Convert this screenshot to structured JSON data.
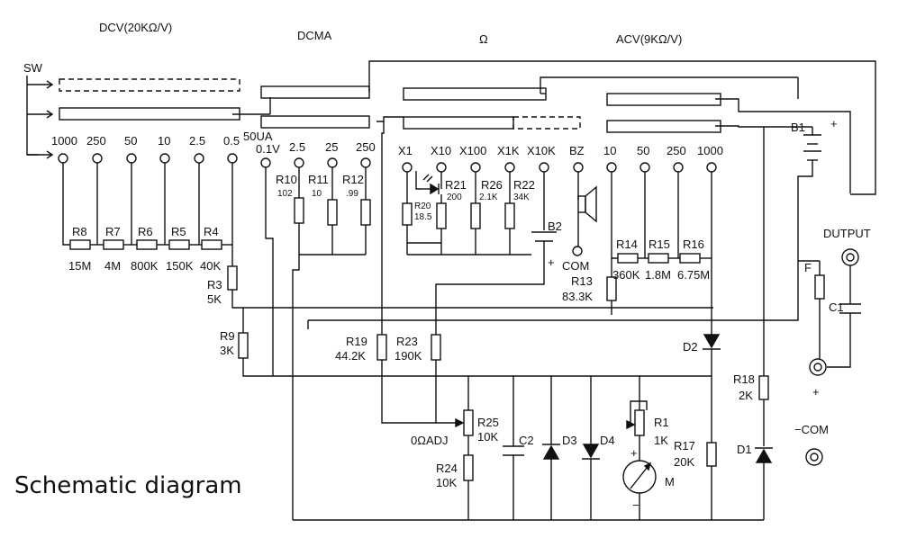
{
  "sections": {
    "dcv": "DCV(20KΩ/V)",
    "dcma": "DCMA",
    "ohm": "Ω",
    "acv": "ACV(9KΩ/V)"
  },
  "switch_label": "SW",
  "taps": {
    "dcv": [
      "1000",
      "250",
      "50",
      "10",
      "2.5",
      "0.5"
    ],
    "dcma": [
      "0.1V",
      "2.5",
      "25",
      "250"
    ],
    "dcma_extra": "50UA",
    "ohm": [
      "X1",
      "X10",
      "X100",
      "X1K",
      "X10K"
    ],
    "bz": "BZ",
    "acv": [
      "10",
      "50",
      "250",
      "1000"
    ]
  },
  "resistors": {
    "R8": {
      "name": "R8",
      "value": "15M"
    },
    "R7": {
      "name": "R7",
      "value": "4M"
    },
    "R6": {
      "name": "R6",
      "value": "800K"
    },
    "R5": {
      "name": "R5",
      "value": "150K"
    },
    "R4": {
      "name": "R4",
      "value": "40K"
    },
    "R3": {
      "name": "R3",
      "value": "5K"
    },
    "R9": {
      "name": "R9",
      "value": "3K"
    },
    "R10": {
      "name": "R10",
      "value": "102"
    },
    "R11": {
      "name": "R11",
      "value": "10"
    },
    "R12": {
      "name": "R12",
      "value": ".99"
    },
    "R20": {
      "name": "R20",
      "value": "18.5"
    },
    "R21": {
      "name": "R21",
      "value": "200"
    },
    "R26": {
      "name": "R26",
      "value": "2.1K"
    },
    "R22": {
      "name": "R22",
      "value": "34K"
    },
    "R14": {
      "name": "R14",
      "value": "360K"
    },
    "R15": {
      "name": "R15",
      "value": "1.8M"
    },
    "R16": {
      "name": "R16",
      "value": "6.75M"
    },
    "R13": {
      "name": "R13",
      "value": "83.3K"
    },
    "R19": {
      "name": "R19",
      "value": "44.2K"
    },
    "R23": {
      "name": "R23",
      "value": "190K"
    },
    "R25": {
      "name": "R25",
      "value": "10K"
    },
    "R24": {
      "name": "R24",
      "value": "10K"
    },
    "R1": {
      "name": "R1",
      "value": "1K"
    },
    "R17": {
      "name": "R17",
      "value": "20K"
    },
    "R18": {
      "name": "R18",
      "value": "2K"
    }
  },
  "components": {
    "B1": "B1",
    "B2": "B2",
    "C1": "C1",
    "C2": "C2",
    "D1": "D1",
    "D2": "D2",
    "D3": "D3",
    "D4": "D4",
    "F": "F",
    "M": "M",
    "COM": "COM"
  },
  "labels": {
    "output": "DUTPUT",
    "minus_com": "−COM",
    "zero_adj": "0ΩADJ",
    "plus": "+",
    "minus": "−",
    "title": "Schematic diagram"
  }
}
